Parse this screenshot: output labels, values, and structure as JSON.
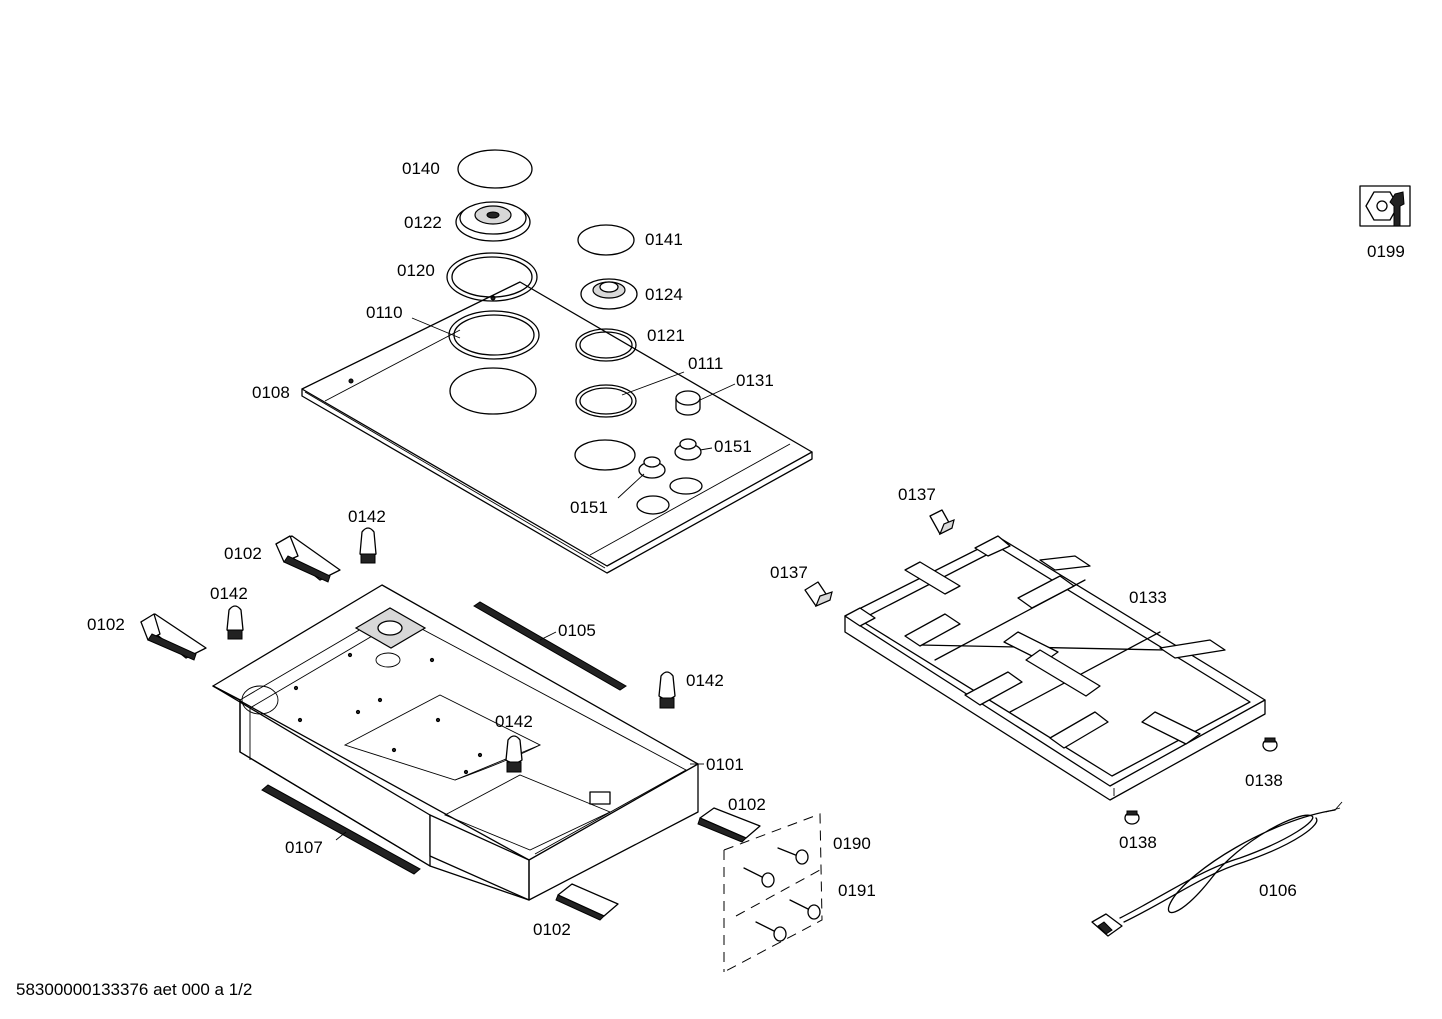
{
  "labels": {
    "p0140": "0140",
    "p0122": "0122",
    "p0120": "0120",
    "p0110": "0110",
    "p0108": "0108",
    "p0141": "0141",
    "p0124": "0124",
    "p0121": "0121",
    "p0111": "0111",
    "p0131": "0131",
    "p0151a": "0151",
    "p0151b": "0151",
    "p0199": "0199",
    "p0142a": "0142",
    "p0142b": "0142",
    "p0142c": "0142",
    "p0142d": "0142",
    "p0102a": "0102",
    "p0102b": "0102",
    "p0102c": "0102",
    "p0102d": "0102",
    "p0105": "0105",
    "p0101": "0101",
    "p0107": "0107",
    "p0190": "0190",
    "p0191": "0191",
    "p0137a": "0137",
    "p0137b": "0137",
    "p0133": "0133",
    "p0138a": "0138",
    "p0138b": "0138",
    "p0106": "0106"
  },
  "footer": "58300000133376 aet 000 a 1/2"
}
